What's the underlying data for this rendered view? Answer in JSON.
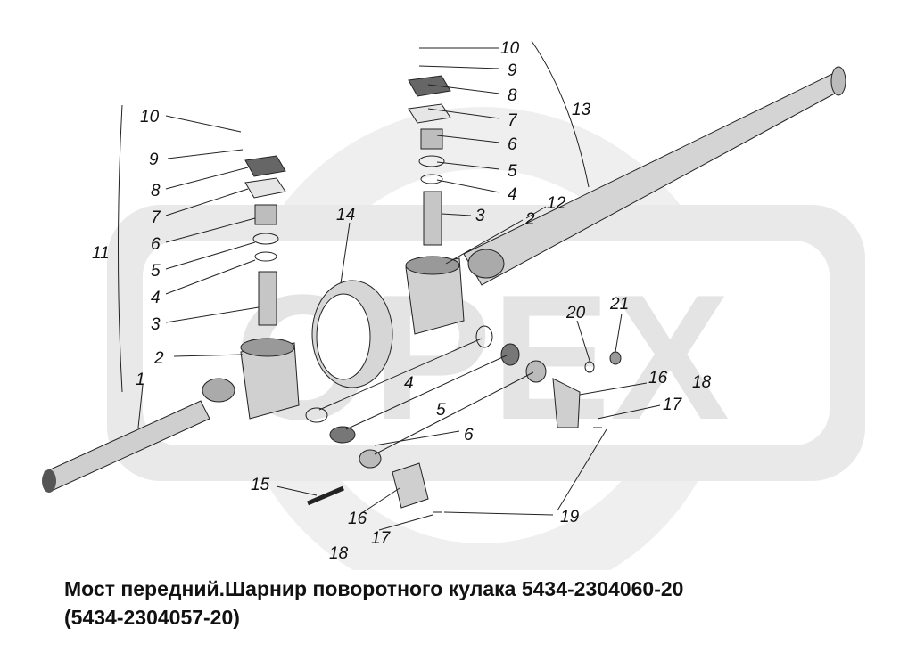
{
  "watermark": {
    "text": "OPEX",
    "color": "#e4e4e4"
  },
  "callouts": {
    "c1": "1",
    "c2a": "2",
    "c2b": "2",
    "c3a": "3",
    "c3b": "3",
    "c4a": "4",
    "c4b": "4",
    "c4c": "4",
    "c5a": "5",
    "c5b": "5",
    "c5c": "5",
    "c6a": "6",
    "c6b": "6",
    "c6c": "6",
    "c7a": "7",
    "c7b": "7",
    "c8a": "8",
    "c8b": "8",
    "c9a": "9",
    "c9b": "9",
    "c10a": "10",
    "c10b": "10",
    "c11": "11",
    "c12": "12",
    "c13": "13",
    "c14": "14",
    "c15": "15",
    "c16a": "16",
    "c16b": "16",
    "c17a": "17",
    "c17b": "17",
    "c18a": "18",
    "c18b": "18",
    "c19": "19",
    "c20": "20",
    "c21": "21"
  },
  "caption": {
    "line1": "Мост передний.Шарнир поворотного кулака 5434-2304060-20",
    "line2": "(5434-2304057-20)"
  },
  "colors": {
    "part_fill": "#d9d9d9",
    "part_dark": "#555555",
    "outline": "#222222"
  }
}
